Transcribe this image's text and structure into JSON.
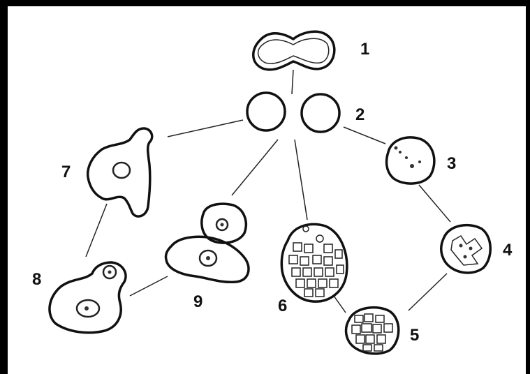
{
  "diagram": {
    "labels": {
      "l1": "1",
      "l2": "2",
      "l3": "3",
      "l4": "4",
      "l5": "5",
      "l6": "6",
      "l7": "7",
      "l8": "8",
      "l9": "9"
    }
  }
}
